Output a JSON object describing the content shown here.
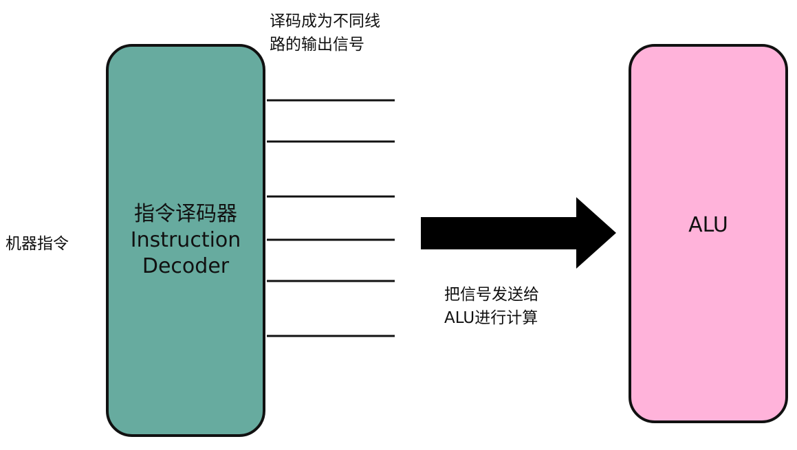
{
  "input_label": "机器指令",
  "decoder": {
    "lines": [
      "指令译码器",
      "Instruction",
      "Decoder"
    ],
    "fill": "#67ab9f"
  },
  "output_caption": [
    "译码成为不同线",
    "路的输出信号"
  ],
  "signal_line_count": 6,
  "send_caption": [
    "把信号发送给",
    "ALU进行计算"
  ],
  "alu": {
    "label": "ALU",
    "fill": "#ffb3da"
  }
}
